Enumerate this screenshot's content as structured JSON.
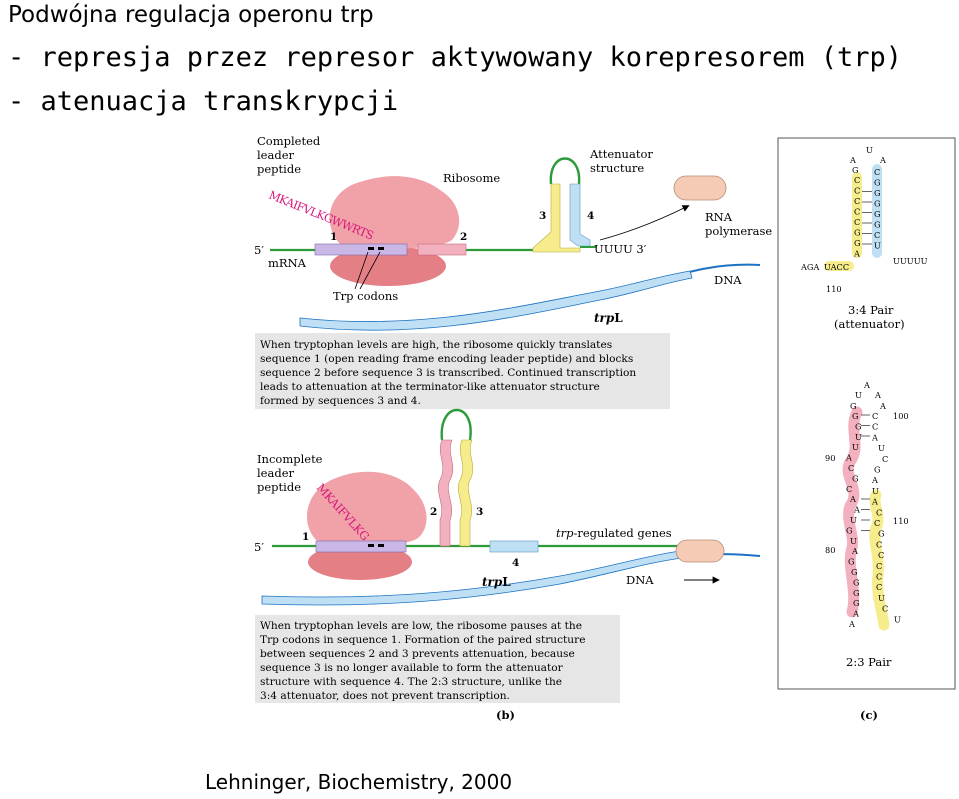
{
  "title": {
    "line1": "Podwójna regulacja operonu trp",
    "line2": " - represja przez represor aktywowany korepresorem (trp)",
    "line3": " - atenuacja transkrypcji"
  },
  "credit": "Lehninger, Biochemistry, 2000",
  "panel_b": {
    "top": {
      "completed_peptide": [
        "Completed",
        "leader",
        "peptide"
      ],
      "peptide_seq": "MKAIFVLKGWWRTS",
      "ribosome": "Ribosome",
      "attenuator": [
        "Attenuator",
        "structure"
      ],
      "rna_polymerase": [
        "RNA",
        "polymerase"
      ],
      "five_prime": "5′",
      "mrna": "mRNA",
      "uuuu": "UUUU 3′",
      "dna": "DNA",
      "trp_codons": "Trp codons",
      "trpl_italic": "trp",
      "trpl_rest": "L",
      "seq1": "1",
      "seq2": "2",
      "seq3": "3",
      "seq4": "4",
      "caption": [
        "When tryptophan levels are high, the ribosome quickly translates",
        "sequence 1 (open reading frame encoding leader peptide) and blocks",
        "sequence 2 before sequence 3 is transcribed.  Continued transcription",
        "leads to attenuation at the terminator-like attenuator structure",
        "formed by sequences 3 and 4."
      ]
    },
    "bottom": {
      "incomplete_peptide": [
        "Incomplete",
        "leader",
        "peptide"
      ],
      "peptide_seq": "MKAIFVLKG",
      "five_prime": "5′",
      "seq1": "1",
      "seq2": "2",
      "seq3": "3",
      "seq4": "4",
      "regulated_italic": "trp",
      "regulated_rest": "-regulated genes",
      "dna": "DNA",
      "trpl_italic": "trp",
      "trpl_rest": "L",
      "caption": [
        "When tryptophan levels are low, the ribosome pauses at the",
        "Trp codons in sequence 1.  Formation of the paired structure",
        "between sequences 2 and 3 prevents attenuation, because",
        "sequence 3 is no longer available to form the attenuator",
        "structure with sequence 4.  The 2:3 structure, unlike the",
        "3:4 attenuator, does not prevent transcription."
      ]
    },
    "label": "(b)"
  },
  "panel_c": {
    "pair34": {
      "label": [
        "3:4 Pair",
        "(attenuator)"
      ],
      "left_tail": "AGA",
      "left_yellow": "UACC",
      "num110": "110",
      "uuuuu": "UUUUU",
      "loop": [
        "A",
        "U",
        "A",
        "G"
      ],
      "left_stem": [
        "C",
        "C",
        "C",
        "C",
        "C",
        "G",
        "G",
        "A"
      ],
      "right_stem": [
        "C",
        "G",
        "G",
        "G",
        "G",
        "G",
        "C",
        "U"
      ]
    },
    "pair23": {
      "label": "2:3 Pair",
      "num100": "100",
      "num90": "90",
      "num110": "110",
      "num80": "80",
      "loop": [
        "A",
        "U",
        "A",
        "G",
        "A"
      ],
      "left_stem": [
        "G",
        "G",
        "U",
        "U",
        "A",
        "C",
        "G",
        "C",
        "A",
        "A",
        "U",
        "G",
        "U",
        "A",
        "G",
        "G",
        "G",
        "G",
        "G",
        "A",
        "A"
      ],
      "right_stem": [
        "C",
        "C",
        "A",
        "U",
        "C",
        "G",
        "A",
        "U",
        "A",
        "C",
        "C",
        "G",
        "C",
        "C",
        "C",
        "C",
        "C",
        "U",
        "C",
        "U"
      ]
    },
    "label": "(c)"
  },
  "colors": {
    "mrna": "#2e9b3a",
    "dna": "#1c72c4",
    "ribosome": "#f1a1a8",
    "ribosome_dark": "#e57f86",
    "seq1": "#c9b8e6",
    "seq2": "#f3b1c0",
    "seq3": "#f6ec8c",
    "seq4": "#bfe0f4",
    "peptide": "#d6197c",
    "polymerase": "#f5cbb5",
    "caption_bg": "#e6e6e6"
  }
}
